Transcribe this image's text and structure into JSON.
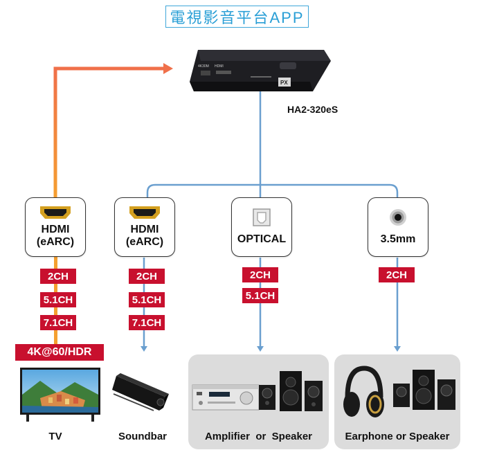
{
  "title": "電視影音平台APP",
  "device": {
    "model": "HA2-320eS",
    "top_labels": [
      "4K30M",
      "HDMI"
    ],
    "badge": "PX"
  },
  "ports": [
    {
      "line1": "HDMI",
      "line2": "(eARC)",
      "icon": "hdmi-port-icon",
      "channels": [
        "2CH",
        "5.1CH",
        "7.1CH"
      ]
    },
    {
      "line1": "HDMI",
      "line2": "(eARC)",
      "icon": "hdmi-port-icon",
      "channels": [
        "2CH",
        "5.1CH",
        "7.1CH"
      ]
    },
    {
      "line1": "OPTICAL",
      "line2": "",
      "icon": "optical-port-icon",
      "channels": [
        "2CH",
        "5.1CH"
      ]
    },
    {
      "line1": "3.5mm",
      "line2": "",
      "icon": "audio-jack-icon",
      "channels": [
        "2CH"
      ]
    }
  ],
  "tv_tag": "4K@60/HDR",
  "devices": [
    {
      "label": "TV",
      "icon": "tv-icon"
    },
    {
      "label": "Soundbar",
      "icon": "soundbar-icon"
    },
    {
      "label": "Amplifier  or  Speaker",
      "icon": "amplifier-speaker-icon"
    },
    {
      "label": "Earphone or Speaker",
      "icon": "headphone-speaker-icon"
    }
  ],
  "colors": {
    "arrow_orange": "#f0704a",
    "line_blue": "#6a9fcf",
    "tag_red": "#c8102e",
    "title_blue": "#2a9fd6"
  }
}
